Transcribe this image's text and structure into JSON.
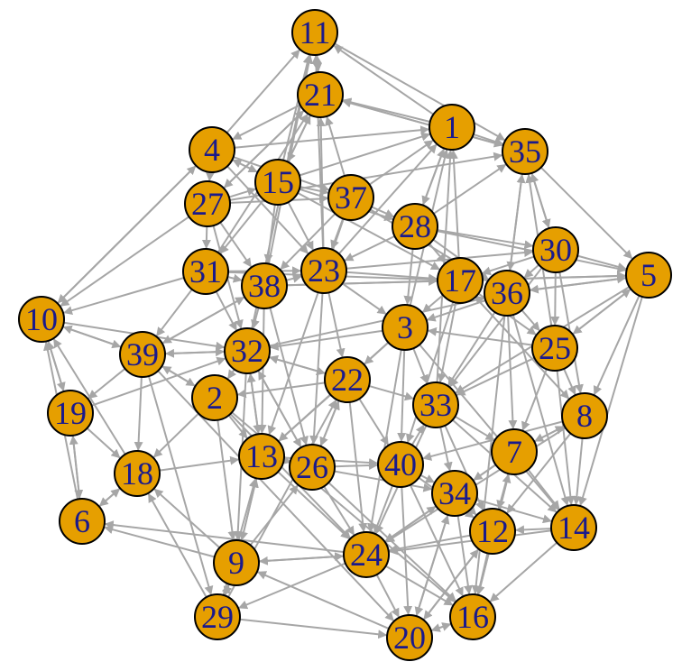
{
  "colors": {
    "background": "#ffffff",
    "node_fill": "#e69f00",
    "node_stroke": "#000000",
    "label": "#1a1a8c",
    "edge": "#a6a6a6"
  },
  "graph": {
    "directed": true,
    "nodes": [
      {
        "id": "1",
        "label": "1"
      },
      {
        "id": "2",
        "label": "2"
      },
      {
        "id": "3",
        "label": "3"
      },
      {
        "id": "4",
        "label": "4"
      },
      {
        "id": "5",
        "label": "5"
      },
      {
        "id": "6",
        "label": "6"
      },
      {
        "id": "7",
        "label": "7"
      },
      {
        "id": "8",
        "label": "8"
      },
      {
        "id": "9",
        "label": "9"
      },
      {
        "id": "10",
        "label": "10"
      },
      {
        "id": "11",
        "label": "11"
      },
      {
        "id": "12",
        "label": "12"
      },
      {
        "id": "13",
        "label": "13"
      },
      {
        "id": "14",
        "label": "14"
      },
      {
        "id": "15",
        "label": "15"
      },
      {
        "id": "16",
        "label": "16"
      },
      {
        "id": "17",
        "label": "17"
      },
      {
        "id": "18",
        "label": "18"
      },
      {
        "id": "19",
        "label": "19"
      },
      {
        "id": "20",
        "label": "20"
      },
      {
        "id": "21",
        "label": "21"
      },
      {
        "id": "22",
        "label": "22"
      },
      {
        "id": "23",
        "label": "23"
      },
      {
        "id": "24",
        "label": "24"
      },
      {
        "id": "25",
        "label": "25"
      },
      {
        "id": "26",
        "label": "26"
      },
      {
        "id": "27",
        "label": "27"
      },
      {
        "id": "28",
        "label": "28"
      },
      {
        "id": "29",
        "label": "29"
      },
      {
        "id": "30",
        "label": "30"
      },
      {
        "id": "31",
        "label": "31"
      },
      {
        "id": "32",
        "label": "32"
      },
      {
        "id": "33",
        "label": "33"
      },
      {
        "id": "34",
        "label": "34"
      },
      {
        "id": "35",
        "label": "35"
      },
      {
        "id": "36",
        "label": "36"
      },
      {
        "id": "37",
        "label": "37"
      },
      {
        "id": "38",
        "label": "38"
      },
      {
        "id": "39",
        "label": "39"
      },
      {
        "id": "40",
        "label": "40"
      }
    ],
    "edges": [
      [
        "15",
        "11"
      ],
      [
        "21",
        "11"
      ],
      [
        "4",
        "11"
      ],
      [
        "1",
        "11"
      ],
      [
        "23",
        "11"
      ],
      [
        "38",
        "11"
      ],
      [
        "32",
        "11"
      ],
      [
        "1",
        "21"
      ],
      [
        "35",
        "21"
      ],
      [
        "27",
        "21"
      ],
      [
        "15",
        "21"
      ],
      [
        "23",
        "21"
      ],
      [
        "37",
        "21"
      ],
      [
        "31",
        "21"
      ],
      [
        "15",
        "1"
      ],
      [
        "37",
        "1"
      ],
      [
        "28",
        "1"
      ],
      [
        "17",
        "1"
      ],
      [
        "3",
        "1"
      ],
      [
        "33",
        "1"
      ],
      [
        "4",
        "1"
      ],
      [
        "1",
        "35"
      ],
      [
        "36",
        "35"
      ],
      [
        "30",
        "35"
      ],
      [
        "25",
        "35"
      ],
      [
        "28",
        "35"
      ],
      [
        "21",
        "35"
      ],
      [
        "35",
        "5"
      ],
      [
        "17",
        "5"
      ],
      [
        "36",
        "5"
      ],
      [
        "30",
        "5"
      ],
      [
        "25",
        "5"
      ],
      [
        "28",
        "5"
      ],
      [
        "38",
        "5"
      ],
      [
        "5",
        "8"
      ],
      [
        "5",
        "36"
      ],
      [
        "5",
        "25"
      ],
      [
        "5",
        "33"
      ],
      [
        "10",
        "4"
      ],
      [
        "15",
        "4"
      ],
      [
        "21",
        "4"
      ],
      [
        "4",
        "27"
      ],
      [
        "4",
        "37"
      ],
      [
        "4",
        "23"
      ],
      [
        "39",
        "10"
      ],
      [
        "19",
        "10"
      ],
      [
        "6",
        "10"
      ],
      [
        "18",
        "10"
      ],
      [
        "10",
        "32"
      ],
      [
        "10",
        "39"
      ],
      [
        "10",
        "19"
      ],
      [
        "4",
        "10"
      ],
      [
        "27",
        "15"
      ],
      [
        "15",
        "37"
      ],
      [
        "15",
        "23"
      ],
      [
        "15",
        "38"
      ],
      [
        "15",
        "28"
      ],
      [
        "15",
        "17"
      ],
      [
        "37",
        "28"
      ],
      [
        "37",
        "23"
      ],
      [
        "37",
        "38"
      ],
      [
        "37",
        "13"
      ],
      [
        "37",
        "36"
      ],
      [
        "27",
        "31"
      ],
      [
        "27",
        "38"
      ],
      [
        "27",
        "32"
      ],
      [
        "27",
        "37"
      ],
      [
        "27",
        "35"
      ],
      [
        "31",
        "38"
      ],
      [
        "31",
        "32"
      ],
      [
        "31",
        "23"
      ],
      [
        "31",
        "17"
      ],
      [
        "31",
        "39"
      ],
      [
        "31",
        "10"
      ],
      [
        "38",
        "23"
      ],
      [
        "38",
        "32"
      ],
      [
        "38",
        "13"
      ],
      [
        "38",
        "26"
      ],
      [
        "38",
        "17"
      ],
      [
        "38",
        "39"
      ],
      [
        "23",
        "22"
      ],
      [
        "23",
        "17"
      ],
      [
        "23",
        "3"
      ],
      [
        "23",
        "26"
      ],
      [
        "23",
        "30"
      ],
      [
        "23",
        "1"
      ],
      [
        "28",
        "17"
      ],
      [
        "28",
        "23"
      ],
      [
        "28",
        "30"
      ],
      [
        "28",
        "36"
      ],
      [
        "17",
        "36"
      ],
      [
        "17",
        "3"
      ],
      [
        "17",
        "33"
      ],
      [
        "17",
        "40"
      ],
      [
        "17",
        "8"
      ],
      [
        "30",
        "36"
      ],
      [
        "30",
        "25"
      ],
      [
        "30",
        "17"
      ],
      [
        "30",
        "8"
      ],
      [
        "36",
        "25"
      ],
      [
        "36",
        "3"
      ],
      [
        "36",
        "7"
      ],
      [
        "36",
        "33"
      ],
      [
        "36",
        "16"
      ],
      [
        "36",
        "14"
      ],
      [
        "25",
        "8"
      ],
      [
        "25",
        "33"
      ],
      [
        "25",
        "3"
      ],
      [
        "25",
        "7"
      ],
      [
        "25",
        "14"
      ],
      [
        "8",
        "14"
      ],
      [
        "8",
        "12"
      ],
      [
        "8",
        "24"
      ],
      [
        "8",
        "7"
      ],
      [
        "8",
        "40"
      ],
      [
        "3",
        "22"
      ],
      [
        "3",
        "33"
      ],
      [
        "3",
        "32"
      ],
      [
        "3",
        "13"
      ],
      [
        "3",
        "24"
      ],
      [
        "3",
        "14"
      ],
      [
        "3",
        "40"
      ],
      [
        "22",
        "26"
      ],
      [
        "22",
        "40"
      ],
      [
        "22",
        "24"
      ],
      [
        "22",
        "13"
      ],
      [
        "22",
        "33"
      ],
      [
        "22",
        "32"
      ],
      [
        "22",
        "2"
      ],
      [
        "32",
        "39"
      ],
      [
        "32",
        "2"
      ],
      [
        "32",
        "13"
      ],
      [
        "32",
        "26"
      ],
      [
        "32",
        "9"
      ],
      [
        "32",
        "22"
      ],
      [
        "32",
        "36"
      ],
      [
        "39",
        "19"
      ],
      [
        "39",
        "18"
      ],
      [
        "39",
        "2"
      ],
      [
        "39",
        "32"
      ],
      [
        "39",
        "38"
      ],
      [
        "39",
        "29"
      ],
      [
        "39",
        "20"
      ],
      [
        "19",
        "18"
      ],
      [
        "19",
        "6"
      ],
      [
        "19",
        "32"
      ],
      [
        "18",
        "6"
      ],
      [
        "6",
        "18"
      ],
      [
        "6",
        "19"
      ],
      [
        "2",
        "13"
      ],
      [
        "2",
        "18"
      ],
      [
        "2",
        "39"
      ],
      [
        "2",
        "9"
      ],
      [
        "2",
        "24"
      ],
      [
        "2",
        "16"
      ],
      [
        "13",
        "26"
      ],
      [
        "13",
        "24"
      ],
      [
        "13",
        "9"
      ],
      [
        "13",
        "40"
      ],
      [
        "13",
        "32"
      ],
      [
        "18",
        "13"
      ],
      [
        "26",
        "24"
      ],
      [
        "26",
        "40"
      ],
      [
        "26",
        "22"
      ],
      [
        "26",
        "34"
      ],
      [
        "26",
        "16"
      ],
      [
        "26",
        "32"
      ],
      [
        "40",
        "34"
      ],
      [
        "40",
        "24"
      ],
      [
        "40",
        "12"
      ],
      [
        "40",
        "20"
      ],
      [
        "40",
        "16"
      ],
      [
        "40",
        "33"
      ],
      [
        "33",
        "34"
      ],
      [
        "33",
        "7"
      ],
      [
        "33",
        "12"
      ],
      [
        "33",
        "14"
      ],
      [
        "33",
        "24"
      ],
      [
        "7",
        "34"
      ],
      [
        "7",
        "12"
      ],
      [
        "7",
        "14"
      ],
      [
        "7",
        "24"
      ],
      [
        "7",
        "16"
      ],
      [
        "7",
        "8"
      ],
      [
        "34",
        "12"
      ],
      [
        "34",
        "24"
      ],
      [
        "34",
        "16"
      ],
      [
        "34",
        "20"
      ],
      [
        "34",
        "14"
      ],
      [
        "12",
        "16"
      ],
      [
        "12",
        "24"
      ],
      [
        "12",
        "20"
      ],
      [
        "14",
        "12"
      ],
      [
        "14",
        "16"
      ],
      [
        "14",
        "24"
      ],
      [
        "24",
        "9"
      ],
      [
        "24",
        "16"
      ],
      [
        "24",
        "20"
      ],
      [
        "24",
        "6"
      ],
      [
        "24",
        "29"
      ],
      [
        "24",
        "34"
      ],
      [
        "9",
        "29"
      ],
      [
        "9",
        "24"
      ],
      [
        "9",
        "18"
      ],
      [
        "9",
        "26"
      ],
      [
        "9",
        "6"
      ],
      [
        "9",
        "13"
      ],
      [
        "29",
        "20"
      ],
      [
        "29",
        "18"
      ],
      [
        "29",
        "13"
      ],
      [
        "29",
        "9"
      ],
      [
        "29",
        "22"
      ],
      [
        "20",
        "16"
      ],
      [
        "16",
        "20"
      ],
      [
        "20",
        "34"
      ],
      [
        "20",
        "12"
      ],
      [
        "16",
        "7"
      ],
      [
        "20",
        "9"
      ],
      [
        "11",
        "35"
      ],
      [
        "21",
        "15"
      ],
      [
        "21",
        "27"
      ],
      [
        "11",
        "21"
      ],
      [
        "15",
        "31"
      ],
      [
        "37",
        "23"
      ],
      [
        "28",
        "3"
      ],
      [
        "30",
        "33"
      ],
      [
        "35",
        "30"
      ],
      [
        "5",
        "14"
      ],
      [
        "4",
        "15"
      ],
      [
        "27",
        "10"
      ],
      [
        "1",
        "28"
      ],
      [
        "35",
        "36"
      ],
      [
        "17",
        "25"
      ]
    ]
  }
}
